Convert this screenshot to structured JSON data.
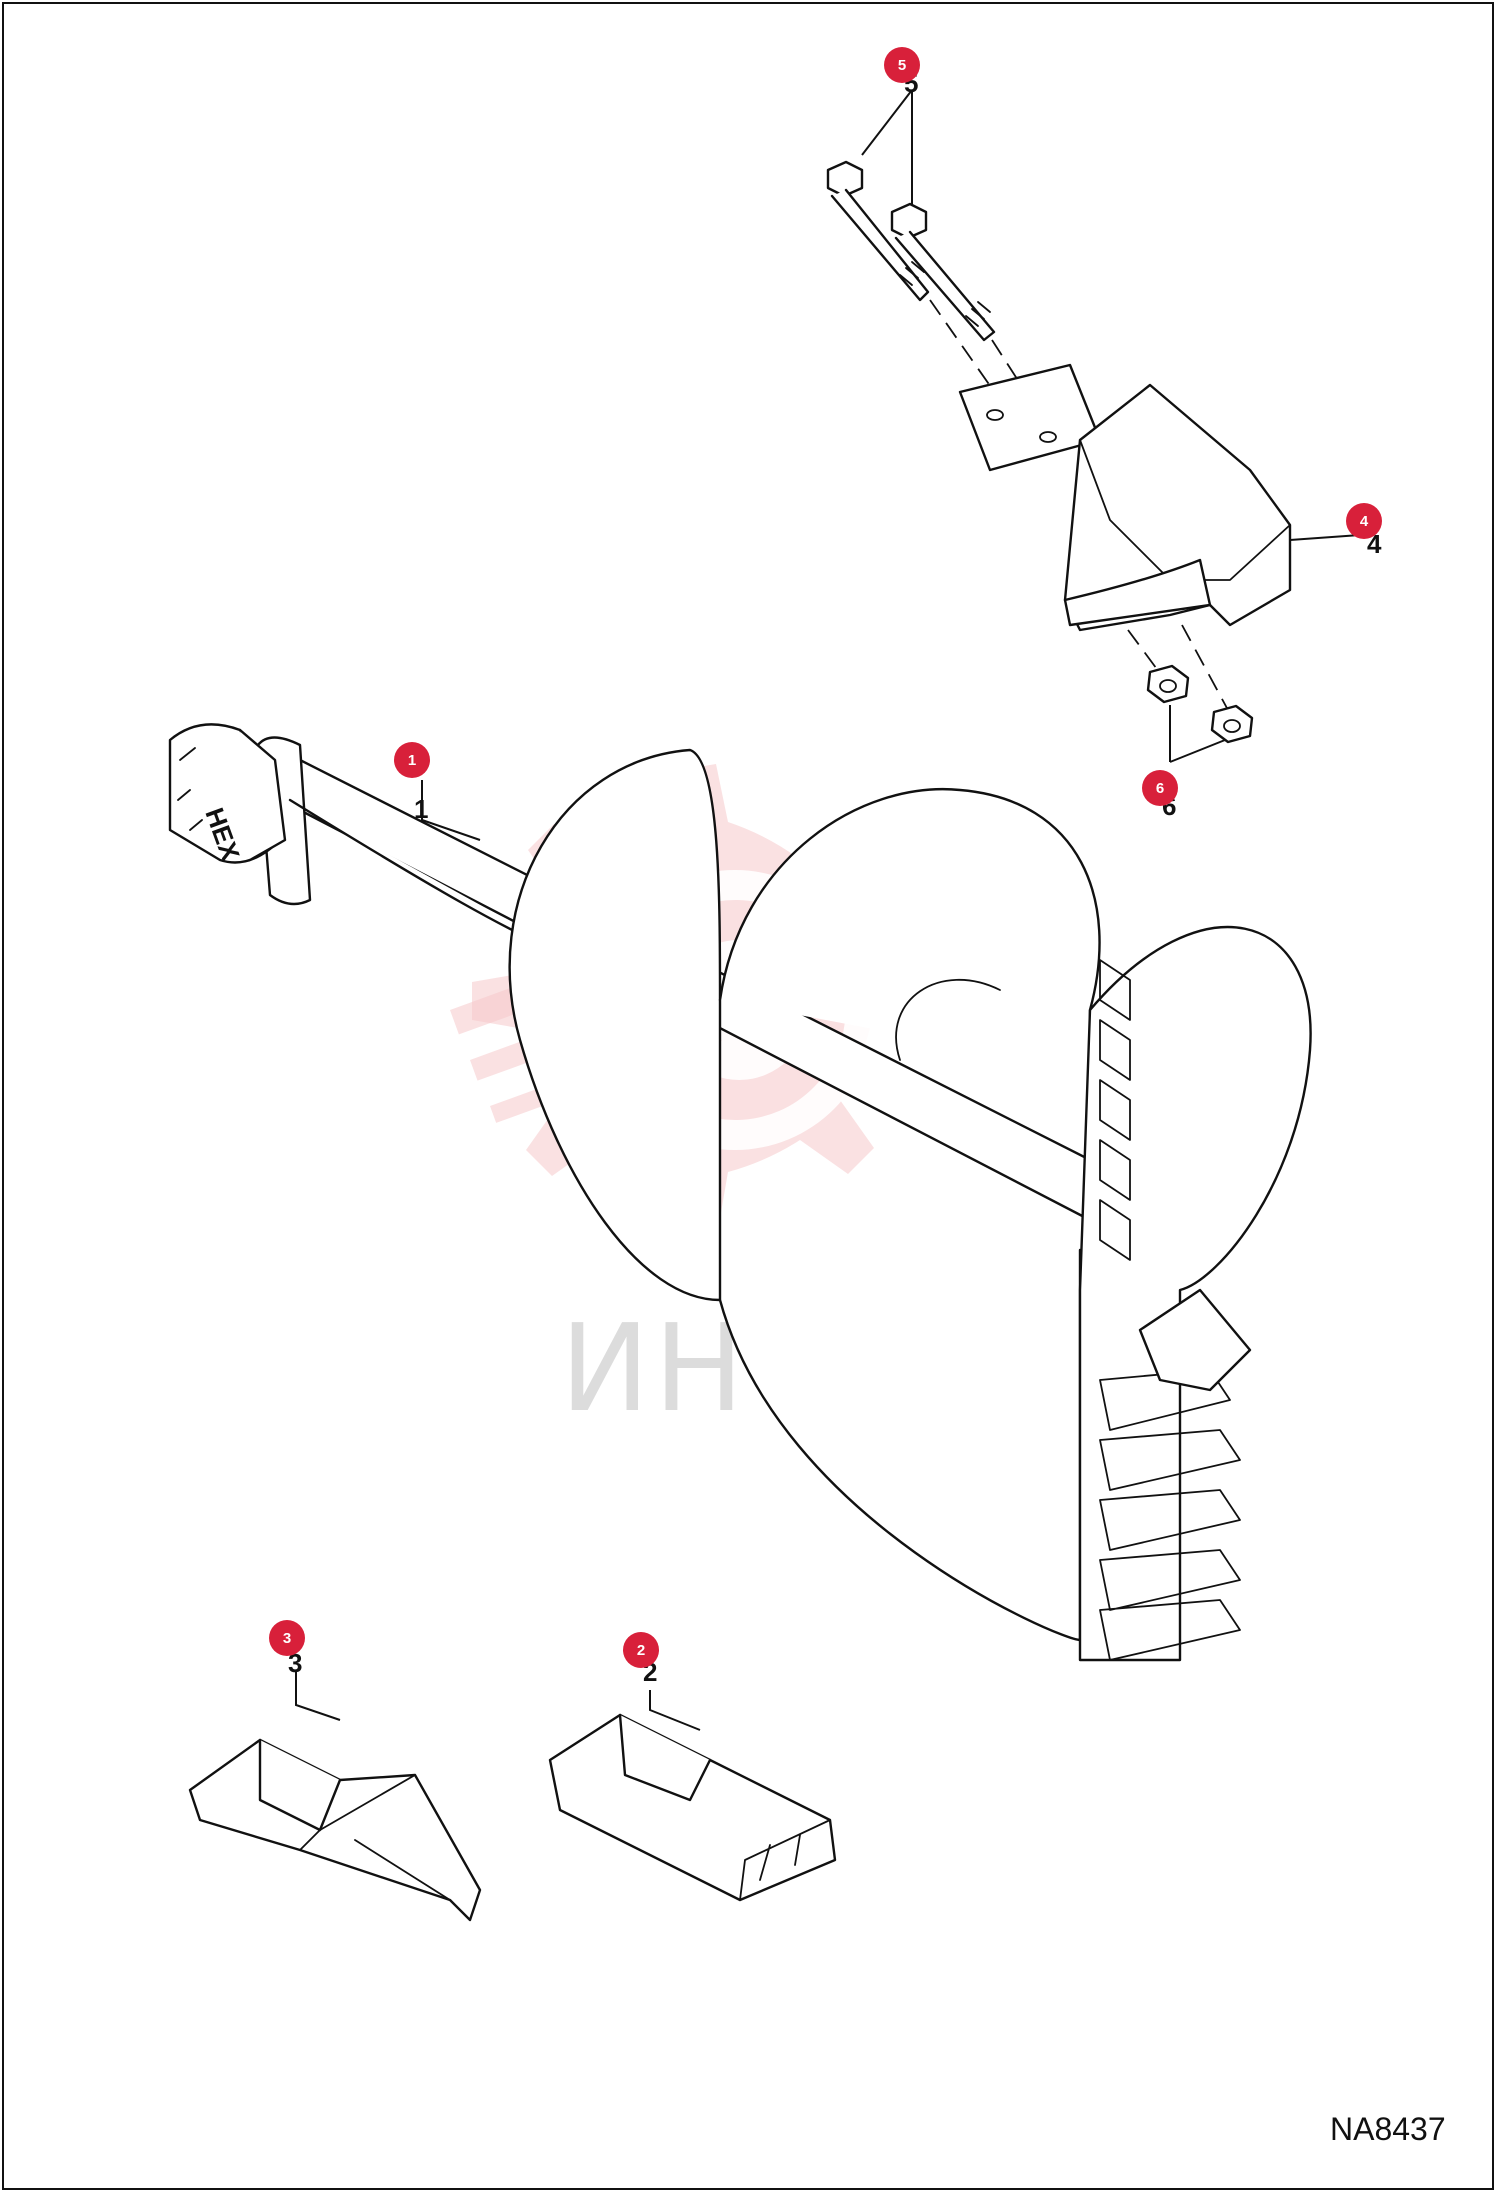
{
  "callouts": [
    {
      "id": "1",
      "label": "1",
      "badge": "1"
    },
    {
      "id": "2",
      "label": "2",
      "badge": "2"
    },
    {
      "id": "3",
      "label": "3",
      "badge": "3"
    },
    {
      "id": "4",
      "label": "4",
      "badge": "4"
    },
    {
      "id": "5",
      "label": "5",
      "badge": "5"
    },
    {
      "id": "6",
      "label": "6",
      "badge": "6"
    }
  ],
  "shaft_marking": "HEX",
  "watermark": {
    "text": "ИНТЕХ",
    "color": "#f6c9cb"
  },
  "drawing_ref": "NA8437",
  "colors": {
    "badge": "#d8203a",
    "line": "#111111",
    "background": "#ffffff"
  }
}
